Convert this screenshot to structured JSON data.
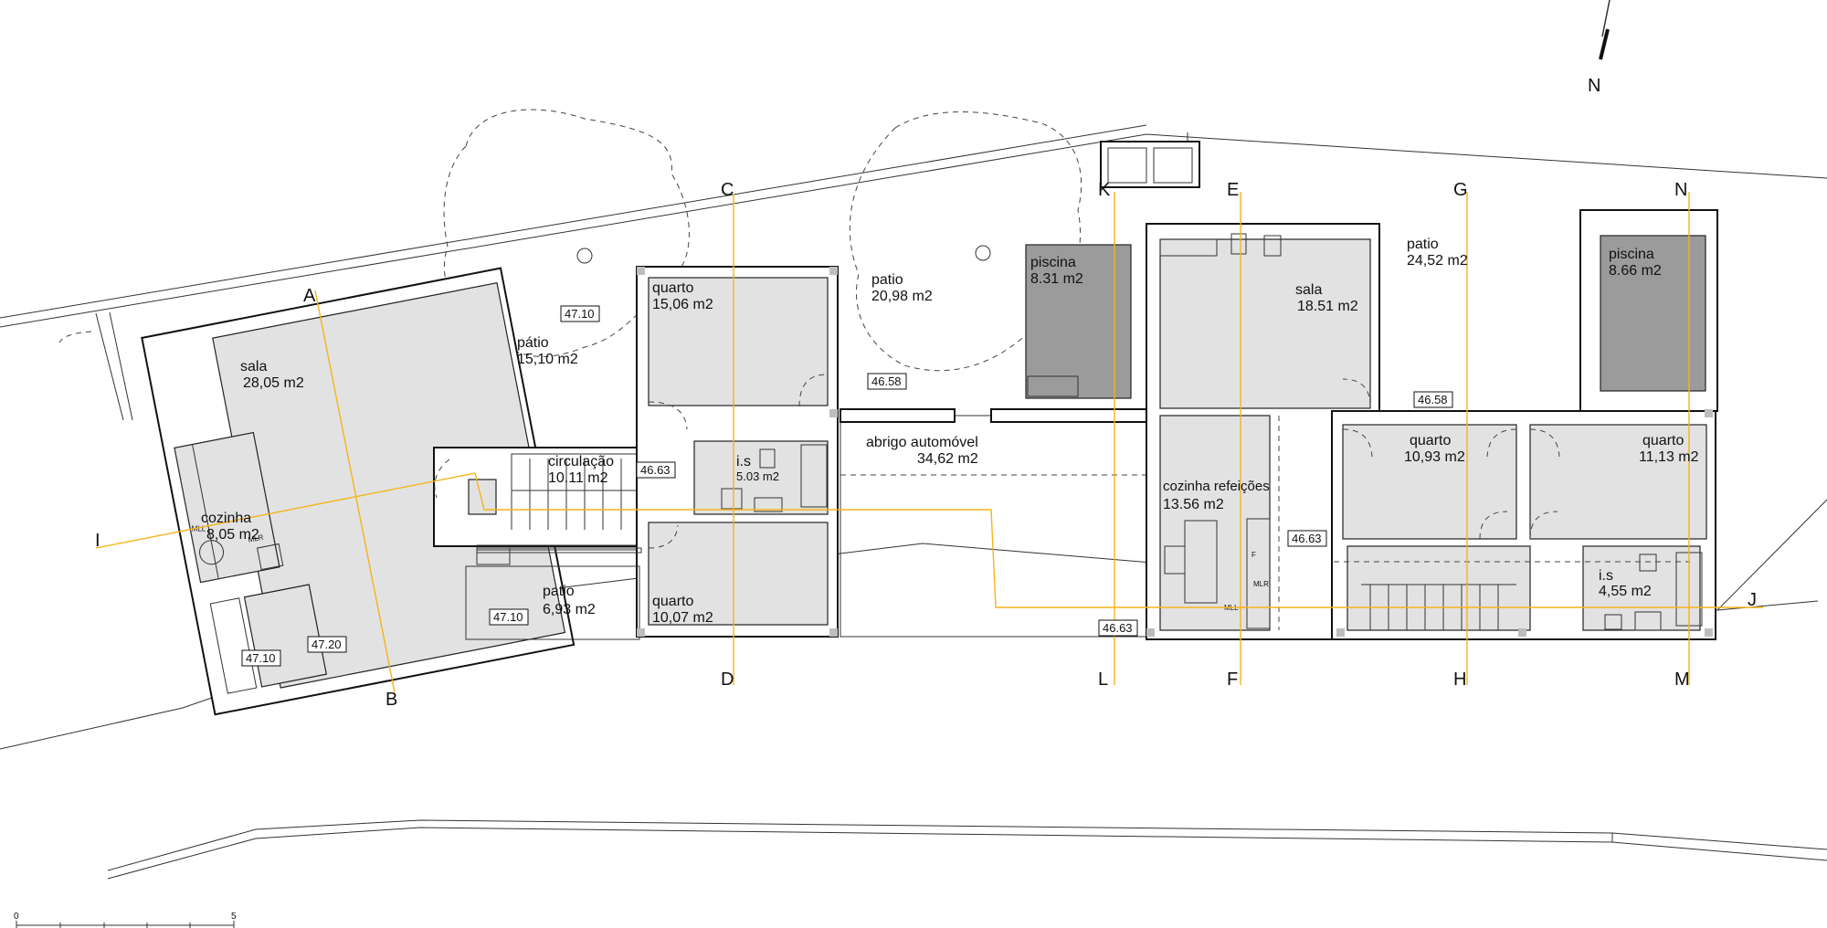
{
  "rooms": [
    {
      "id": "sala-left",
      "name": "sala",
      "area": "28,05 m2"
    },
    {
      "id": "cozinha-left",
      "name": "cozinha",
      "area": "8,05 m2"
    },
    {
      "id": "patio-top-left",
      "name": "pátio",
      "area": "15,10 m2"
    },
    {
      "id": "circulacao",
      "name": "circulação",
      "area": "10.11 m2"
    },
    {
      "id": "quarto-top",
      "name": "quarto",
      "area": "15,06 m2"
    },
    {
      "id": "is-mid",
      "name": "i.s",
      "area": "5.03 m2"
    },
    {
      "id": "quarto-bottom",
      "name": "quarto",
      "area": "10,07 m2"
    },
    {
      "id": "patio-bottom",
      "name": "patio",
      "area": "6,93 m2"
    },
    {
      "id": "patio-mid",
      "name": "patio",
      "area": "20,98 m2"
    },
    {
      "id": "piscina-left",
      "name": "piscina",
      "area": "8.31 m2"
    },
    {
      "id": "abrigo",
      "name": "abrigo automóvel",
      "area": "34,62 m2"
    },
    {
      "id": "sala-right",
      "name": "sala",
      "area": "18.51 m2"
    },
    {
      "id": "patio-right",
      "name": "patio",
      "area": "24,52 m2"
    },
    {
      "id": "piscina-right",
      "name": "piscina",
      "area": "8.66 m2"
    },
    {
      "id": "cozinha-right",
      "name": "cozinha refeições",
      "area": "13.56 m2"
    },
    {
      "id": "quarto-right-1",
      "name": "quarto",
      "area": "10,93 m2"
    },
    {
      "id": "quarto-right-2",
      "name": "quarto",
      "area": "11,13 m2"
    },
    {
      "id": "is-right",
      "name": "i.s",
      "area": "4,55 m2"
    }
  ],
  "levels": [
    "47.10",
    "46.58",
    "46.63",
    "47.10",
    "47.10",
    "47.20",
    "46.63",
    "46.58",
    "46.63"
  ],
  "section_marks": [
    "A",
    "B",
    "C",
    "D",
    "K",
    "L",
    "E",
    "F",
    "G",
    "H",
    "N",
    "M",
    "I",
    "J"
  ],
  "north": "N",
  "fixtures": [
    "MLL",
    "MLR",
    "MLL",
    "MLR",
    "F"
  ],
  "scale_bar": {
    "start": "0",
    "end": "5"
  }
}
